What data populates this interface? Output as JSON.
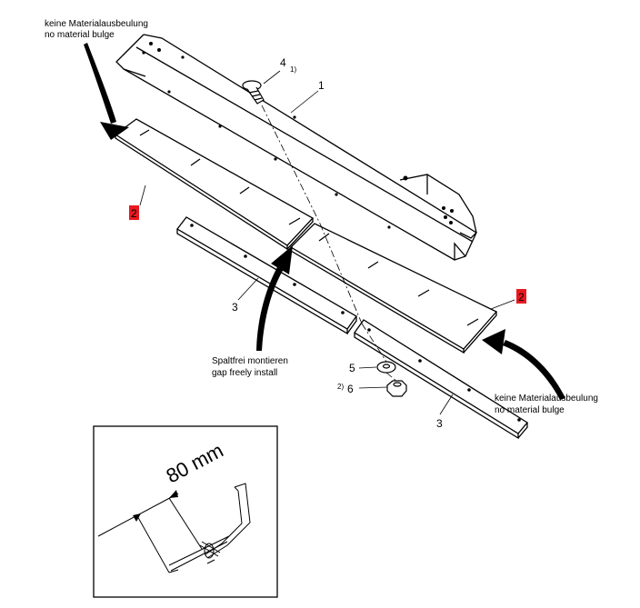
{
  "notes": {
    "top_left_de": "keine Materialausbeulung",
    "top_left_en": "no material bulge",
    "middle_de": "Spaltfrei montieren",
    "middle_en": "gap freely install",
    "right_de": "keine Materialausbeulung",
    "right_en": "no material bulge"
  },
  "callouts": {
    "part_1": "1",
    "part_2_left": "2",
    "part_2_right": "2",
    "part_3_left": "3",
    "part_3_right": "3",
    "part_4": "4",
    "part_4_footnote": "1)",
    "part_5": "5",
    "part_6": "6",
    "part_6_footnote": "2)"
  },
  "detail": {
    "dimension": "80 mm"
  },
  "colors": {
    "highlight": "#e8191f",
    "line": "#000000"
  }
}
